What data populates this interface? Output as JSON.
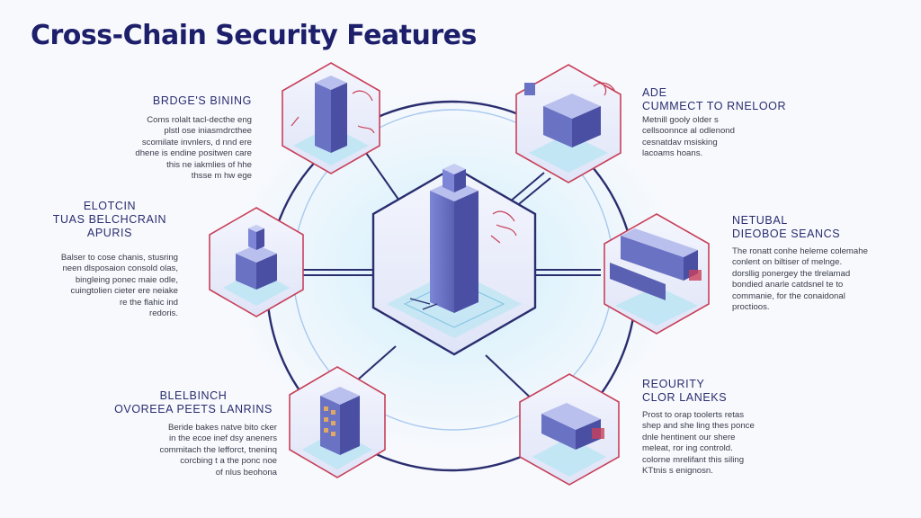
{
  "title": "Cross-Chain Security Features",
  "colors": {
    "title": "#1d1f6b",
    "frame_stroke": "#c8405a",
    "ring_stroke": "#2a2d6e",
    "hex_fill": "#e9ecfa",
    "cube_front": "#6a72c4",
    "cube_side": "#4a4fa3",
    "cube_top": "#b9c0ee",
    "glow": "#bfe6f4"
  },
  "features": {
    "top_left": {
      "label_lines": [
        "BRDGE'S BINING"
      ],
      "desc_lines": [
        "Coms rolalt tacl-decthe eng",
        "plstl ose iniasmdrcthee",
        "scomilate invnlers, d nnd ere",
        "dhene is endine positwen care",
        "this ne iakmlies of hhe",
        "thsse m hw ege"
      ]
    },
    "mid_left": {
      "label_lines": [
        "ELOTCIN",
        "TUAS BELCHCRAIN",
        "APURIS"
      ],
      "desc_lines": [
        "Balser to cose chanis, stusring",
        "neen dlsposaion consold olas,",
        "bingleing ponec maie odle,",
        "cuingtolien cieter ere neiake",
        "re the flahic ind",
        "redoris."
      ]
    },
    "bottom_left": {
      "label_lines": [
        "BLELBINCH",
        "OVOREEA PEETS LANRINS"
      ],
      "desc_lines": [
        "Beride bakes natve bito cker",
        "in the ecoe inef dsy aneners",
        "commitach the lefforct, tneninq",
        "corcbing t a the ponc noe",
        "of nlus beohona"
      ]
    },
    "top_right": {
      "label_lines": [
        "ADE",
        "CUMMECT TO RNELOOR"
      ],
      "desc_lines": [
        "Metnill gooly older s",
        "cellsoonnce al odlenond",
        "cesnatdav msisking",
        "lacoams hoans."
      ]
    },
    "mid_right": {
      "label_lines": [
        "NETUBAL",
        "DIEOBOE SEANCS"
      ],
      "desc_lines": [
        "The ronatt conhe heleme colemahe",
        "conlent on biltiser of melnge.",
        "dorsllig ponergey the tlrelamad",
        "bondied anarle catdsnel te to",
        "commanie, for the conaidonal",
        "proctioos."
      ]
    },
    "bottom_right": {
      "label_lines": [
        "REOURITY",
        "CLOR LANEKS"
      ],
      "desc_lines": [
        "Prost to orap toolerts retas",
        "shep and she ling thes ponce",
        "dnle hentinent our shere",
        "meleat, ror ing controld.",
        "colorne mrelifant this siling",
        "KTtnis s enignosn."
      ]
    }
  }
}
